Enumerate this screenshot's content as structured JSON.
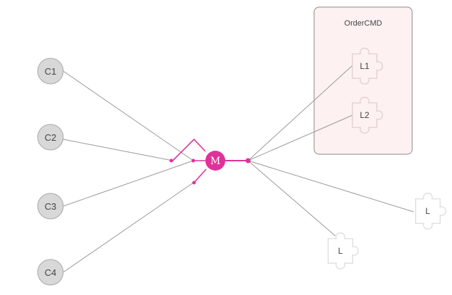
{
  "colors": {
    "accent": "#e0319a",
    "line": "#9a9a9a",
    "client_fill": "#d8d8d8",
    "client_stroke": "#a8a8a8",
    "panel_fill": "#fdf1f1",
    "panel_stroke": "#8a8a8a",
    "puzzle_stroke": "#dddddd",
    "puzzle_stroke_inner": "#e2cfcf"
  },
  "clients": [
    "C1",
    "C2",
    "C3",
    "C4"
  ],
  "mediator": {
    "label": "M"
  },
  "group": {
    "title": "OrderCMD",
    "listeners": [
      "L1",
      "L2"
    ]
  },
  "external_listeners": [
    "L",
    "L"
  ],
  "icons": {
    "listener": "puzzle-piece-icon"
  }
}
